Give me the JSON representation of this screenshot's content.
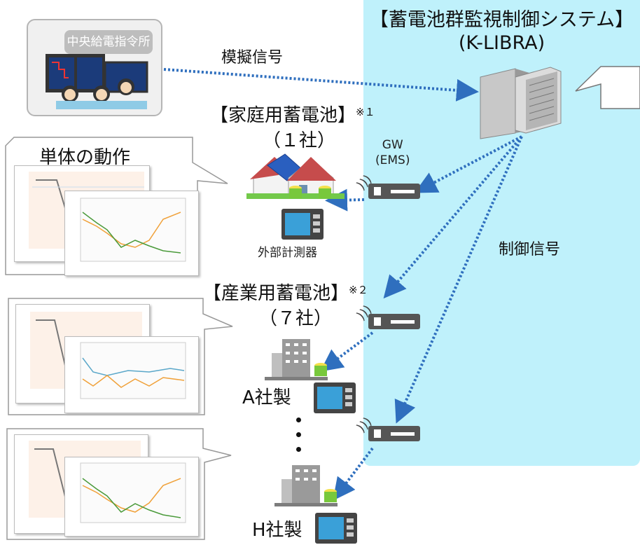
{
  "control_center": {
    "label": "中央給電指令所"
  },
  "system": {
    "title": "【蓄電池群監視制御システム】",
    "subtitle": "(K-LIBRA)"
  },
  "signals": {
    "pseudo": "模擬信号",
    "control": "制御信号"
  },
  "home_battery": {
    "title": "【家庭用蓄電池】",
    "note": "※１",
    "count": "（１社）"
  },
  "gateway": {
    "label_line1": "GW",
    "label_line2": "(EMS)"
  },
  "meter": {
    "label": "外部計測器"
  },
  "industrial_battery": {
    "title": "【産業用蓄電池】",
    "note": "※２",
    "count": "（７社）"
  },
  "makers": {
    "a": "A社製",
    "h": "H社製"
  },
  "callout": {
    "title": "単体の動作"
  }
}
